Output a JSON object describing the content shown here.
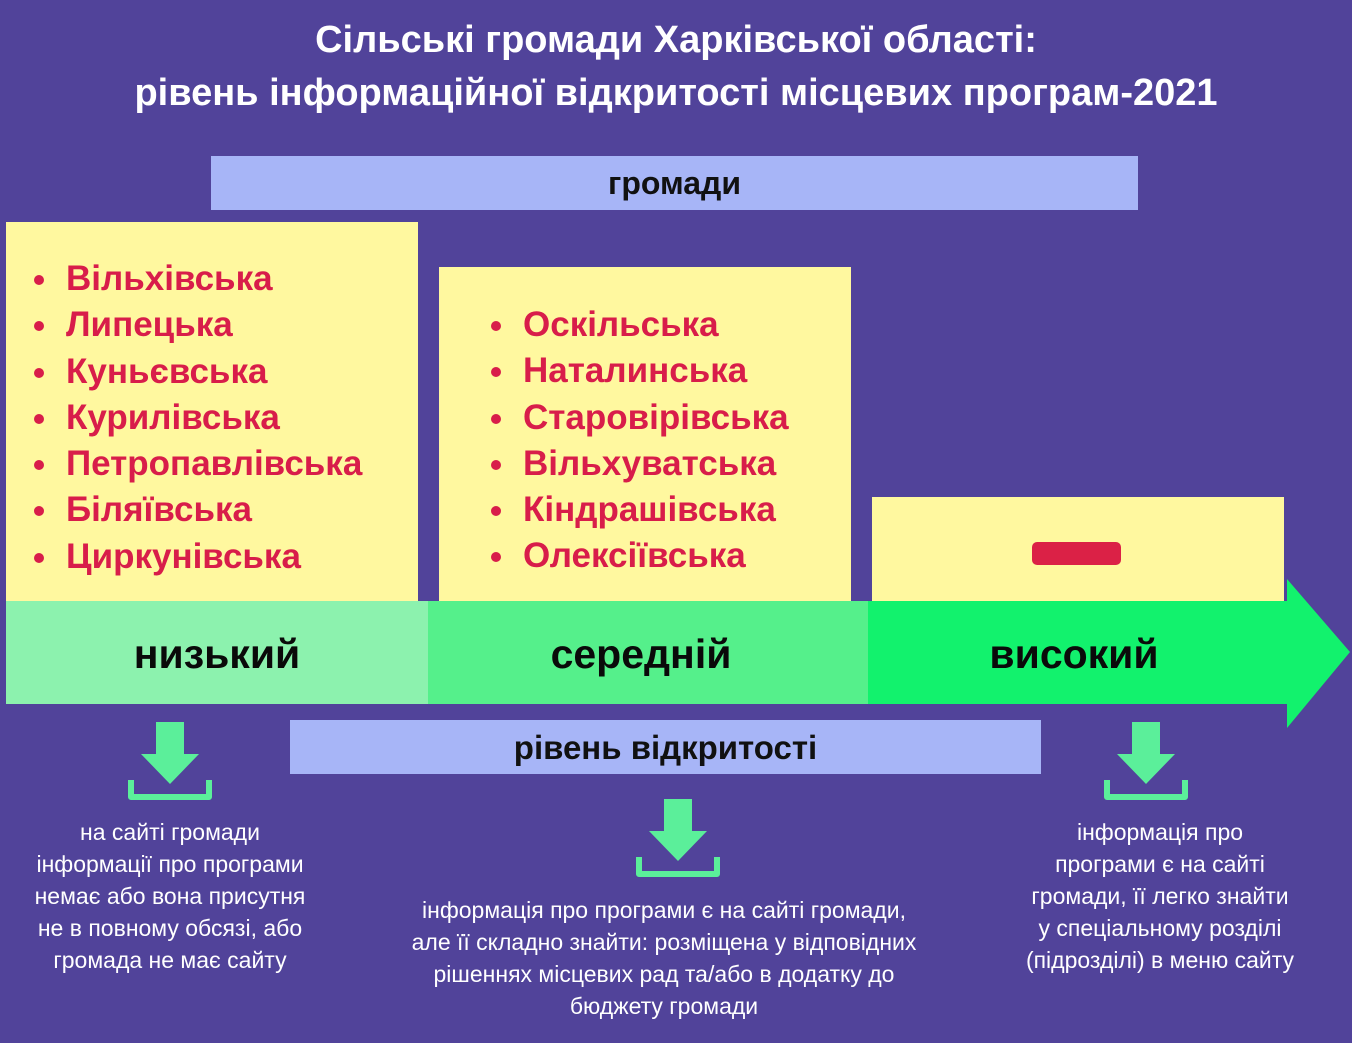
{
  "title": {
    "line1": "Сільські громади Харківської області:",
    "line2": "рівень інформаційної відкритості місцевих програм-2021"
  },
  "top_band": "громади",
  "bottom_band": "рівень відкритості",
  "levels": {
    "low": {
      "label": "низький",
      "communities": [
        "Вільхівська",
        "Липецька",
        "Куньєвська",
        "Курилівська",
        "Петропавлівська",
        "Біляївська",
        "Циркунівська"
      ],
      "description": [
        "на сайті громади",
        "інформації про програми",
        "немає або вона присутня",
        "не в повному обсязі, або",
        "громада не має сайту"
      ]
    },
    "medium": {
      "label": "середній",
      "communities": [
        "Оскільська",
        "Наталинська",
        "Старовірівська",
        "Вільхуватська",
        "Кіндрашівська",
        "Олексіївська"
      ],
      "description": [
        "інформація про програми є на сайті громади,",
        "але її складно знайти: розміщена у відповідних",
        "рішеннях місцевих рад та/або в додатку до",
        "бюджету громади"
      ]
    },
    "high": {
      "label": "високий",
      "communities": [],
      "description": [
        "інформація про",
        "програми є на сайті",
        "громади, її легко знайти",
        "у спеціальному розділі",
        "(підрозділі) в меню сайту"
      ]
    }
  },
  "colors": {
    "background": "#51439a",
    "band": "#a7b5f7",
    "box": "#fff89f",
    "community_text": "#d81d4a",
    "level_low": "#8cf2ae",
    "level_medium": "#55f08b",
    "level_high": "#12f26d",
    "download_icon": "#5bef9a"
  },
  "icons": [
    "download-icon"
  ]
}
